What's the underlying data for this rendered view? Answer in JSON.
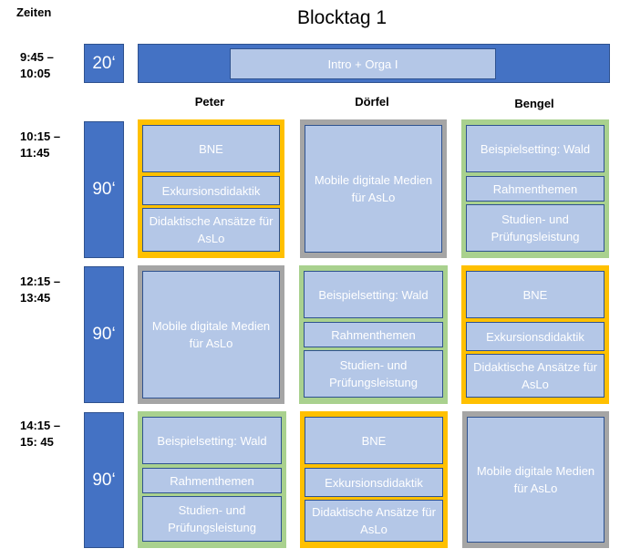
{
  "header": {
    "times_label": "Zeiten",
    "title": "Blocktag 1"
  },
  "intro": {
    "time": "9:45 –\n10:05",
    "duration": "20‘",
    "label": "Intro + Orga I"
  },
  "presenters": [
    "Peter",
    "Dörfel",
    "Bengel"
  ],
  "slots": [
    {
      "time": "10:15 –\n11:45",
      "duration": "90‘",
      "cells": [
        {
          "color": "#ffc000",
          "items": [
            "BNE",
            "Exkursionsdidaktik",
            "Didaktische Ansätze für AsLo"
          ]
        },
        {
          "color": "#a5a5a5",
          "items": [
            "Mobile digitale Medien für AsLo"
          ]
        },
        {
          "color": "#a9d18e",
          "items": [
            "Beispielsetting: Wald",
            "Rahmenthemen",
            "Studien- und Prüfungsleistung"
          ]
        }
      ]
    },
    {
      "time": "12:15 –\n13:45",
      "duration": "90‘",
      "cells": [
        {
          "color": "#a5a5a5",
          "items": [
            "Mobile digitale Medien für AsLo"
          ]
        },
        {
          "color": "#a9d18e",
          "items": [
            "Beispielsetting: Wald",
            "Rahmenthemen",
            "Studien- und Prüfungsleistung"
          ]
        },
        {
          "color": "#ffc000",
          "items": [
            "BNE",
            "Exkursionsdidaktik",
            "Didaktische Ansätze für AsLo"
          ]
        }
      ]
    },
    {
      "time": "14:15 –\n15: 45",
      "duration": "90‘",
      "cells": [
        {
          "color": "#a9d18e",
          "items": [
            "Beispielsetting: Wald",
            "Rahmenthemen",
            "Studien- und Prüfungsleistung"
          ]
        },
        {
          "color": "#ffc000",
          "items": [
            "BNE",
            "Exkursionsdidaktik",
            "Didaktische Ansätze für AsLo"
          ]
        },
        {
          "color": "#a5a5a5",
          "items": [
            "Mobile digitale Medien für AsLo"
          ]
        }
      ]
    }
  ],
  "colors": {
    "block_blue": "#4472c4",
    "inner_fill": "#b4c7e7",
    "orange": "#ffc000",
    "gray": "#a5a5a5",
    "green": "#a9d18e"
  }
}
